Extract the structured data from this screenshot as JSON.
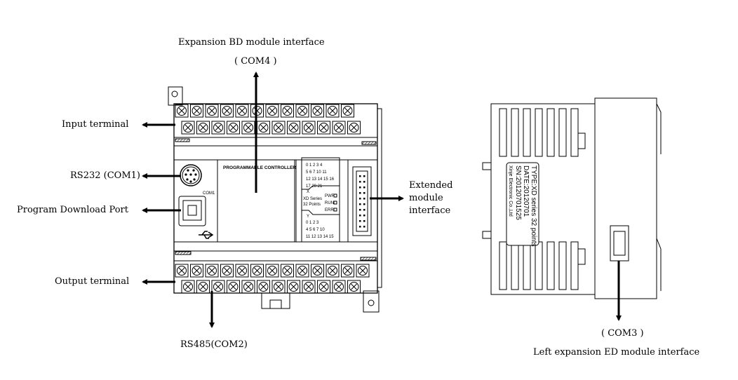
{
  "labels": {
    "bd_interface": "Expansion BD module interface",
    "com4": "( COM4 )",
    "input_terminal": "Input terminal",
    "rs232": "RS232 (COM1)",
    "program_port": "Program Download Port",
    "output_terminal": "Output terminal",
    "rs485": "RS485(COM2)",
    "extended_line1": "Extended",
    "extended_line2": "module",
    "extended_line3": "interface",
    "com3": "( COM3 )",
    "left_ed": "Left expansion ED module interface"
  },
  "plc": {
    "panel_title": "PROGRAMMABLE CONTROLLER",
    "com1_label": "COM1",
    "x_label": "X",
    "y_label": "Y",
    "series": "XD Series",
    "points": "32 Points",
    "status": [
      "PWR",
      "RUN",
      "ERR"
    ],
    "x_leds": [
      "0 1 2 3 4",
      "5 6 7 10 11",
      "12 13 14 15 16",
      "17 20 21"
    ],
    "y_leds": [
      "0 1 2 3",
      "4 5 6 7 10",
      "11 12 13 14 15"
    ]
  },
  "side": {
    "type": "TYPE:XD series 32 points",
    "date": "DATE:20120701",
    "sn": "SN:20120701525",
    "maker": "Xinje Electronic Co.,Ltd"
  }
}
